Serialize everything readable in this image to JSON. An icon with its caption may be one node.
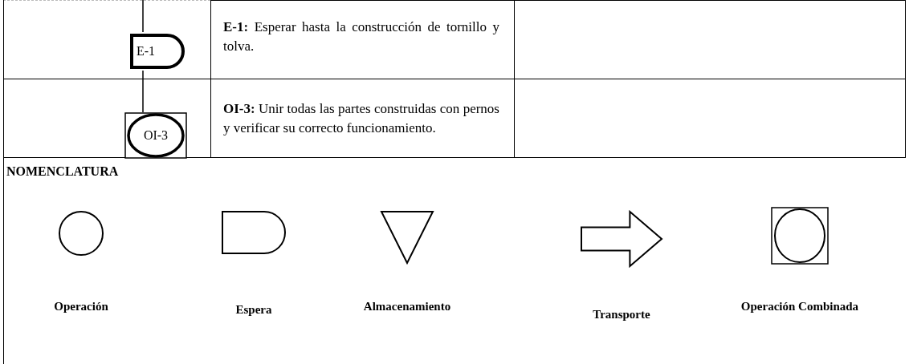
{
  "diagram": {
    "nodes": [
      {
        "text": [
          "E-1"
        ]
      },
      {
        "text": [
          "OI-3"
        ]
      }
    ],
    "edges": [
      {
        "from": null,
        "to": 0,
        "arrow": "none"
      },
      {
        "from": 0,
        "to": 1,
        "arrow": "none"
      }
    ],
    "labels": [
      "**E-1:** Esperar hasta la construcción de tornillo y tolva.",
      "**OI-3:** Unir todas las partes construidas con pernos y verificar su correcto funcionamiento.",
      "NOMENCLATURA"
    ],
    "legend": [
      {
        "text": "Operación"
      },
      {
        "text": "Espera"
      },
      {
        "text": "Almacenamiento"
      },
      {
        "text": "Transporte"
      },
      {
        "text": "Operación Combinada"
      }
    ]
  }
}
